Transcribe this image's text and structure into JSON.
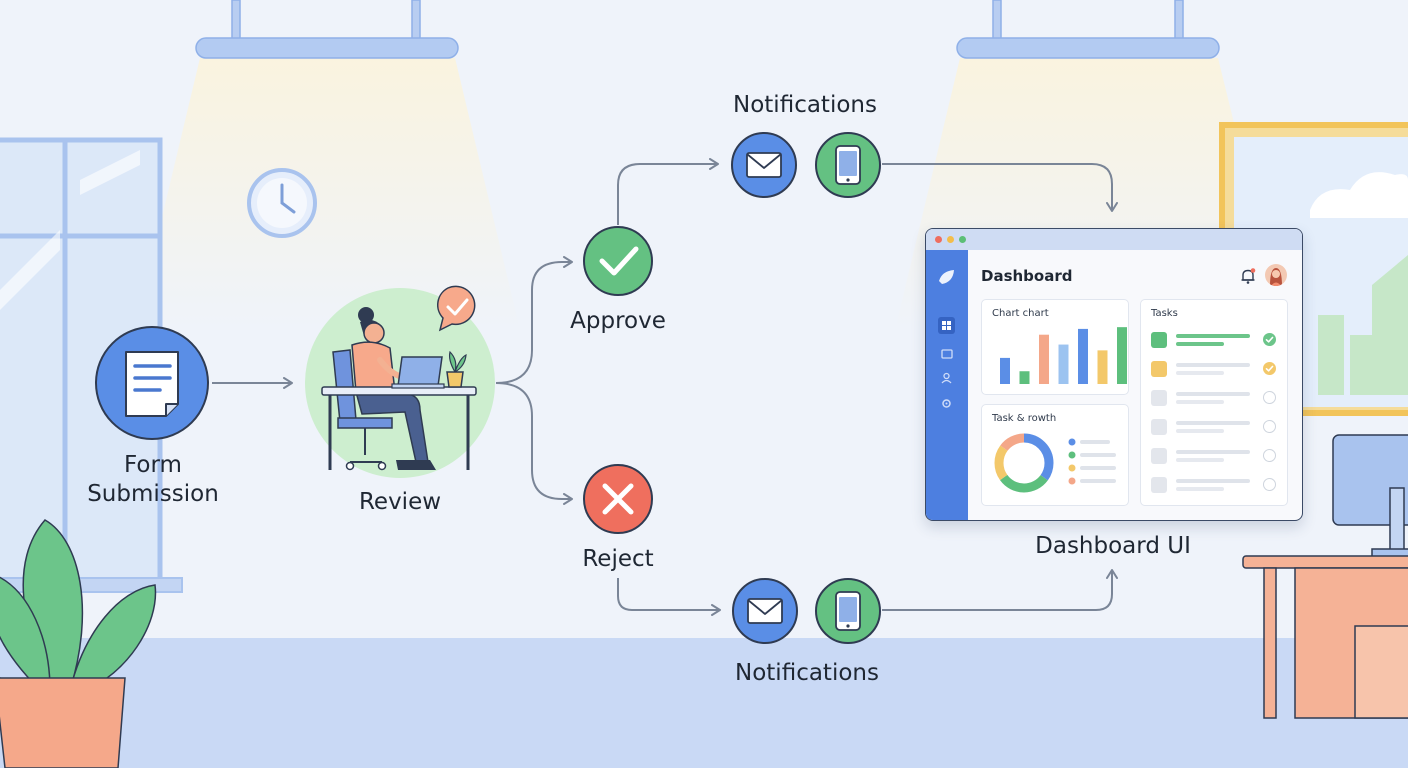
{
  "labels": {
    "form_submission": "Form Submission",
    "review": "Review",
    "approve": "Approve",
    "reject": "Reject",
    "notifications_top": "Notifications",
    "notifications_bottom": "Notifications",
    "dashboard_ui": "Dashboard UI"
  },
  "dashboard": {
    "title": "Dashboard",
    "chart_card_title": "Chart chart",
    "growth_card_title": "Task & rowth",
    "tasks_card_title": "Tasks",
    "bar_colors": [
      "#5b8ee6",
      "#5dbf7d",
      "#f4a789",
      "#9cc3f0",
      "#5b8ee6",
      "#f3c86a",
      "#5dbf7d"
    ],
    "bar_values": [
      0.45,
      0.22,
      0.85,
      0.68,
      0.95,
      0.58,
      0.98
    ],
    "donut_colors": [
      "#5b8ee6",
      "#5dbf7d",
      "#f3c86a",
      "#f4a789"
    ],
    "donut_shares": [
      0.35,
      0.3,
      0.2,
      0.15
    ],
    "tasks": [
      {
        "color": "#5dbf7d",
        "status": "done"
      },
      {
        "color": "#f3c86a",
        "status": "done-yellow"
      },
      {
        "color": "#e3e6ec",
        "status": "open"
      },
      {
        "color": "#e3e6ec",
        "status": "open"
      },
      {
        "color": "#e3e6ec",
        "status": "open"
      },
      {
        "color": "#e3e6ec",
        "status": "open"
      }
    ]
  },
  "colors": {
    "node_blue": "#5a8ee6",
    "node_green": "#64c182",
    "reject_red": "#ef6f5e",
    "connector": "#7a8597",
    "outline": "#2f3b52"
  },
  "icons": {
    "form": "document-icon",
    "approve": "checkmark-icon",
    "reject": "x-icon",
    "email": "envelope-icon",
    "phone": "smartphone-icon"
  }
}
